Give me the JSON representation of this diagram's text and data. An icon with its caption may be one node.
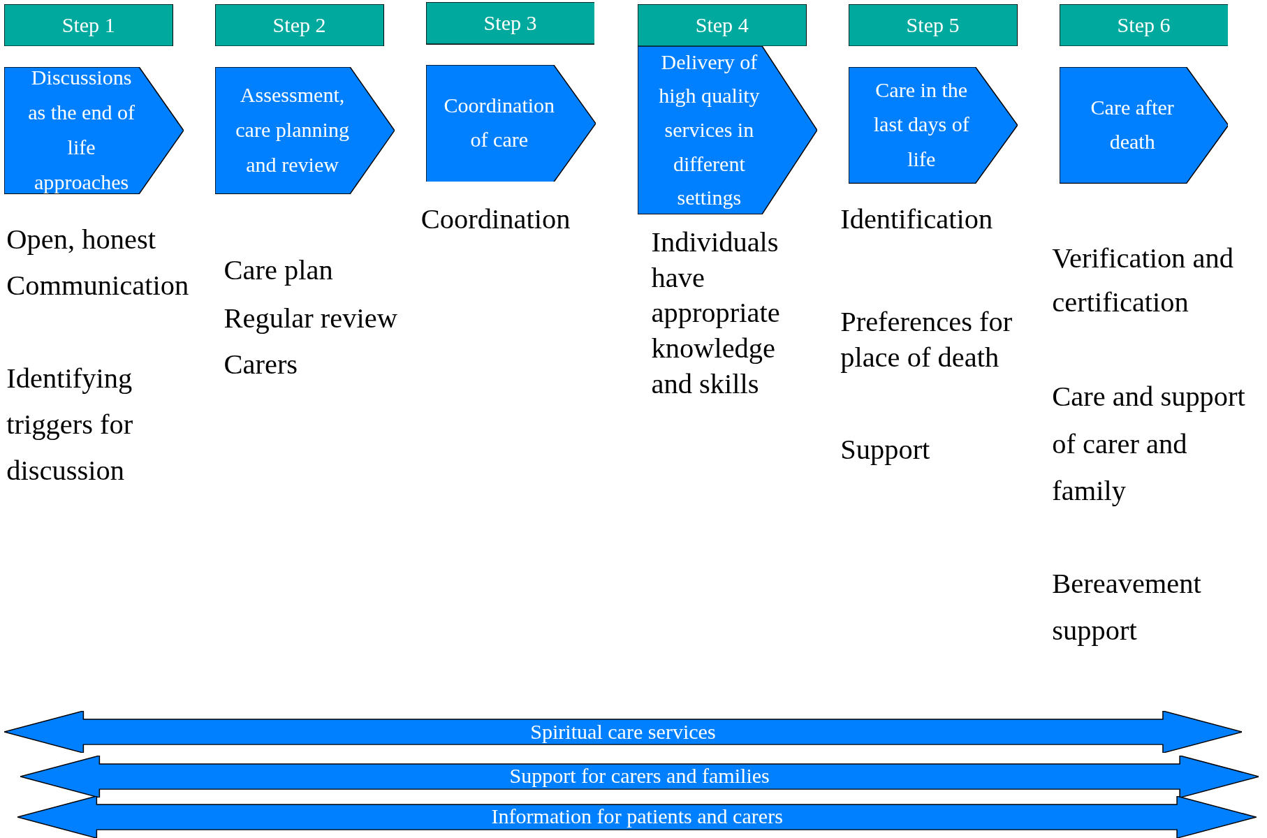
{
  "diagram": {
    "nodes": [
      {
        "text": [
          "Step 1"
        ]
      },
      {
        "text": [
          "Step 2"
        ]
      },
      {
        "text": [
          "Step 3"
        ]
      },
      {
        "text": [
          "Step 4"
        ]
      },
      {
        "text": [
          "Step 5"
        ]
      },
      {
        "text": [
          "Step 6"
        ]
      },
      {
        "text": [
          "Discussions as the end of life approaches"
        ],
        "beside": [
          "Open, honest Communication",
          "Identifying triggers for discussion"
        ]
      },
      {
        "text": [
          "Assessment, care planning and review"
        ],
        "beside": [
          "Care plan",
          "Regular review",
          "Carers"
        ]
      },
      {
        "text": [
          "Coordination of care"
        ],
        "beside": [
          "Coordination"
        ]
      },
      {
        "text": [
          "Delivery of high quality services in different settings"
        ],
        "beside": [
          "Individuals have appropriate knowledge and skills"
        ]
      },
      {
        "text": [
          "Care in the last days of life"
        ],
        "beside": [
          "Identification",
          "Preferences for place of death",
          "Support"
        ]
      },
      {
        "text": [
          "Care after death"
        ],
        "beside": [
          "Verification and certification",
          "Care and support of carer and family",
          "Bereavement support"
        ]
      },
      {
        "text": [
          "Spiritual care services"
        ]
      },
      {
        "text": [
          "Support for carers and families"
        ]
      },
      {
        "text": [
          "Information for patients and carers"
        ]
      }
    ],
    "edges": []
  }
}
